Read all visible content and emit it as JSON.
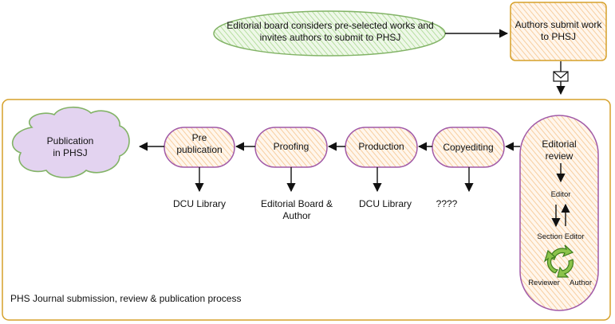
{
  "nodes": {
    "editorial_board": "Editorial board considers pre-selected works and invites authors to submit to PHSJ",
    "authors_submit": "Authors submit work to PHSJ",
    "publication": "Publication in PHSJ",
    "pre_publication": "Pre publication",
    "proofing": "Proofing",
    "production": "Production",
    "copyediting": "Copyediting",
    "editorial_review": "Editorial review"
  },
  "responsibles": {
    "pre_publication": "DCU Library",
    "proofing": "Editorial Board & Author",
    "production": "DCU Library",
    "copyediting": "????"
  },
  "review_steps": {
    "editor": "Editor",
    "section_editor": "Section Editor",
    "reviewer": "Reviewer",
    "author": "Author"
  },
  "process_caption": "PHS Journal submission, review & publication process",
  "icons": {
    "envelope": "envelope-icon",
    "recycle": "recycle-icon"
  },
  "colors": {
    "green_stroke": "#82b366",
    "green_fill": "#c6e5b3",
    "orange_stroke": "#d6a12a",
    "orange_fill": "#f7c38b",
    "purple_stroke": "#a15aa8",
    "cloud_fill": "#e3d3f0"
  }
}
